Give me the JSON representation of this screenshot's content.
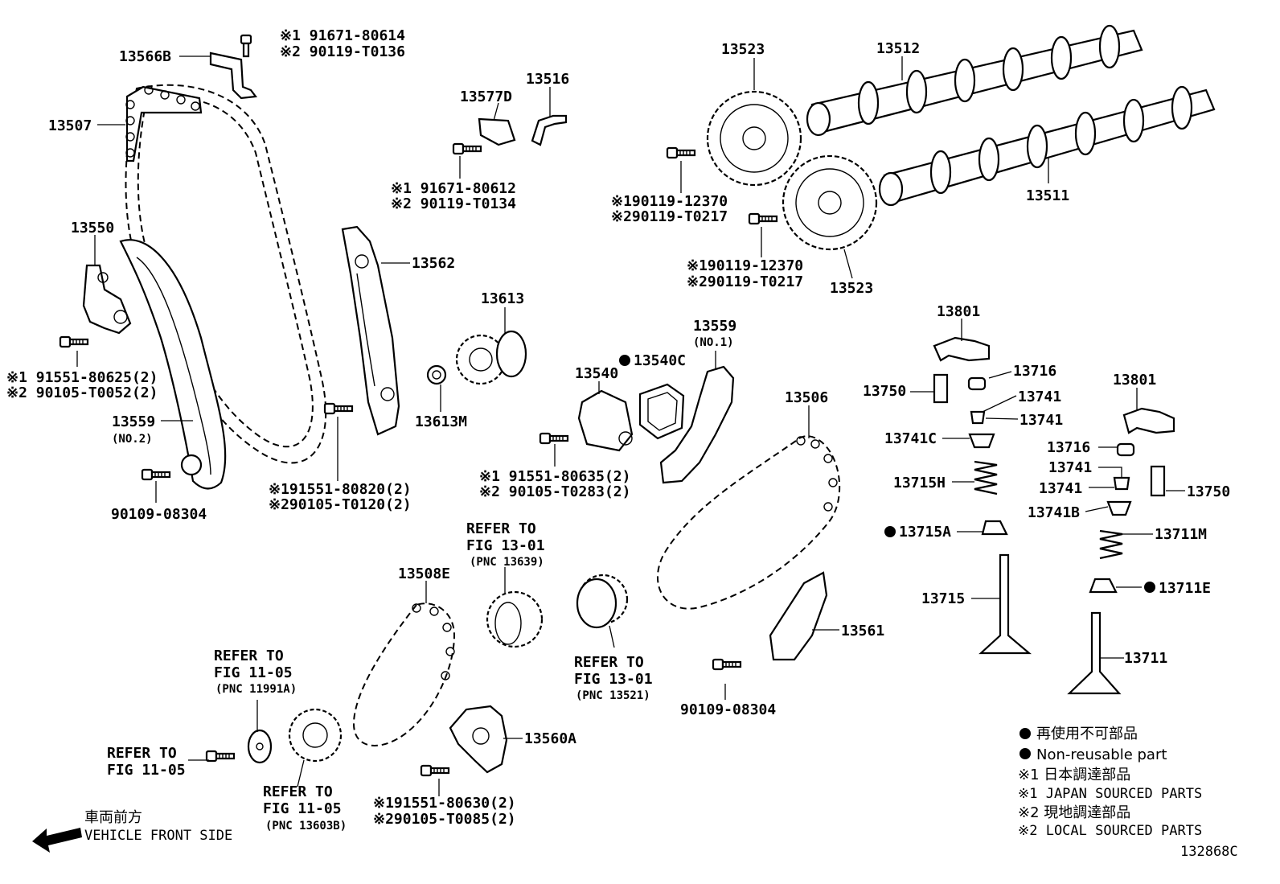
{
  "labels": {
    "p13566B": "13566B",
    "p13507": "13507",
    "b1_jp": "※1 91671-80614",
    "b1_lc": "※2 90119-T0136",
    "p13577D": "13577D",
    "p13516": "13516",
    "b2_jp": "※1 91671-80612",
    "b2_lc": "※2 90119-T0134",
    "p13523a": "13523",
    "p13512": "13512",
    "b3_jp": "※190119-12370",
    "b3_lc": "※290119-T0217",
    "p13511": "13511",
    "b4_jp": "※190119-12370",
    "b4_lc": "※290119-T0217",
    "p13523b": "13523",
    "p13550": "13550",
    "p13562": "13562",
    "b5_jp": "※1 91551-80625(2)",
    "b5_lc": "※2 90105-T0052(2)",
    "p13559n2": "13559",
    "p13559n2_sub": "(NO.2)",
    "p13613": "13613",
    "p13613M": "13613M",
    "p13801a": "13801",
    "p13716a": "13716",
    "p13750a": "13750",
    "p13741a": "13741",
    "p13741b": "13741",
    "p13559n1": "13559",
    "p13559n1_sub": "(NO.1)",
    "p13540": "13540",
    "p13540C": "13540C",
    "p13506": "13506",
    "p13801b": "13801",
    "p13741C": "13741C",
    "p13716b": "13716",
    "p13741c": "13741",
    "p13715H": "13715H",
    "p13741d": "13741",
    "p13750b": "13750",
    "p13741B": "13741B",
    "p90109a": "90109-08304",
    "b6_jp": "※191551-80820(2)",
    "b6_lc": "※290105-T0120(2)",
    "b7_jp": "※1 91551-80635(2)",
    "b7_lc": "※2 90105-T0283(2)",
    "p13715A": "13715A",
    "p13711M": "13711M",
    "ref1_a": "REFER TO",
    "ref1_b": "FIG 13-01",
    "ref1_c": "(PNC 13639)",
    "p13508E": "13508E",
    "p13711E": "13711E",
    "p13715": "13715",
    "p13561": "13561",
    "ref2_a": "REFER TO",
    "ref2_b": "FIG 13-01",
    "ref2_c": "(PNC 13521)",
    "p13711": "13711",
    "ref3_a": "REFER TO",
    "ref3_b": "FIG 11-05",
    "ref3_c": "(PNC 11991A)",
    "p90109b": "90109-08304",
    "p13560A": "13560A",
    "ref4_a": "REFER TO",
    "ref4_b": "FIG 11-05",
    "ref5_a": "REFER TO",
    "ref5_b": "FIG 11-05",
    "ref5_c": "(PNC 13603B)",
    "b8_jp": "※191551-80630(2)",
    "b8_lc": "※290105-T0085(2)",
    "front_jp": "車両前方",
    "front_en": "VEHICLE FRONT SIDE",
    "figure_code": "132868C"
  },
  "legend": {
    "nonreuse_jp": "再使用不可部品",
    "nonreuse_en": "Non-reusable part",
    "src1_jp": "※1 日本調達部品",
    "src1_en": "※1 JAPAN SOURCED PARTS",
    "src2_jp": "※2 現地調達部品",
    "src2_en": "※2 LOCAL SOURCED PARTS"
  }
}
